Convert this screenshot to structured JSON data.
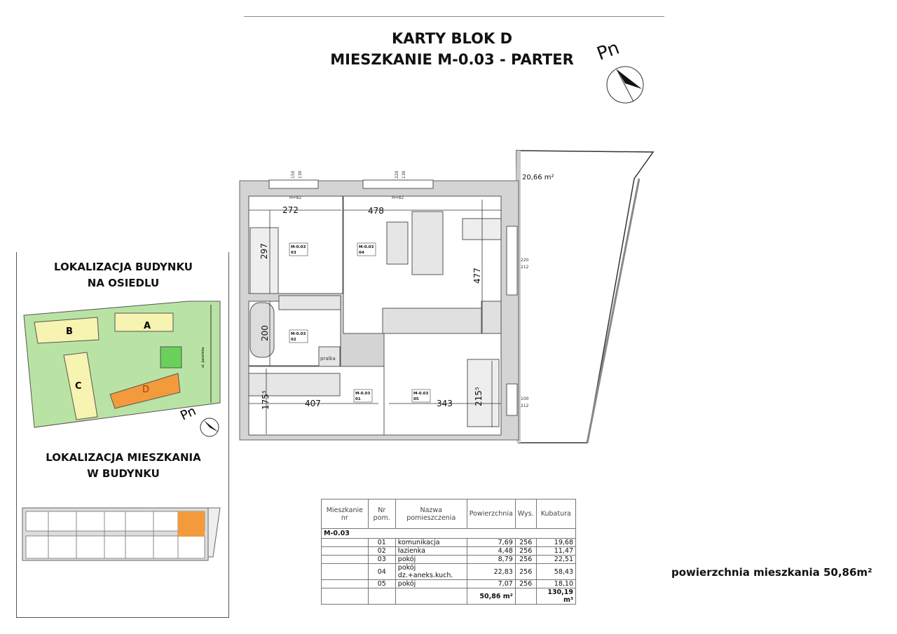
{
  "header": {
    "line1": "KARTY BLOK D",
    "line2": "MIESZKANIE M-0.03 - PARTER",
    "north_label": "Pn"
  },
  "sidebar": {
    "building_location_title_1": "LOKALIZACJA BUDYNKU",
    "building_location_title_2": "NA OSIEDLU",
    "apartment_location_title_1": "LOKALIZACJA MIESZKANIA",
    "apartment_location_title_2": "W BUDYNKU",
    "site_plan": {
      "buildings": [
        "A",
        "B",
        "C",
        "D"
      ],
      "street": "ul. Jasielska",
      "north_label": "Pn",
      "highlight_color": "#f39a3c"
    }
  },
  "plan": {
    "terrace_area": "20,66 m²",
    "dimensions": {
      "d272": "272",
      "d478": "478",
      "d297": "297",
      "d477": "477",
      "d200": "200",
      "d407": "407",
      "d343": "343",
      "d175": "175⁵",
      "d215": "215⁵"
    },
    "window_labels": {
      "w1a": "150",
      "w1b": "130",
      "w2a": "220",
      "w2b": "130",
      "h82a": "H=82",
      "h82b": "H=82",
      "w3a": "220",
      "w3b": "212",
      "w4a": "100",
      "w4b": "212"
    },
    "room_tags": [
      {
        "apt": "M-0.03",
        "nr": "03"
      },
      {
        "apt": "M-0.03",
        "nr": "04"
      },
      {
        "apt": "M-0.03",
        "nr": "02"
      },
      {
        "apt": "M-0.03",
        "nr": "01"
      },
      {
        "apt": "M-0.03",
        "nr": "05"
      }
    ],
    "washer_label": "pralka"
  },
  "table": {
    "headers": [
      "Mieszkanie nr",
      "Nr pom.",
      "Nazwa pomieszczenia",
      "Powierzchnia",
      "Wys.",
      "Kubatura"
    ],
    "apartment": "M-0.03",
    "rows": [
      {
        "nr": "01",
        "name": "komunikacja",
        "area": "7,69",
        "height": "256",
        "volume": "19,68"
      },
      {
        "nr": "02",
        "name": "łazienka",
        "area": "4,48",
        "height": "256",
        "volume": "11,47"
      },
      {
        "nr": "03",
        "name": "pokój",
        "area": "8,79",
        "height": "256",
        "volume": "22,51"
      },
      {
        "nr": "04",
        "name": "pokój dz.+aneks.kuch.",
        "area": "22,83",
        "height": "256",
        "volume": "58,43"
      },
      {
        "nr": "05",
        "name": "pokój",
        "area": "7,07",
        "height": "256",
        "volume": "18,10"
      }
    ],
    "total_area": "50,86 m²",
    "total_volume": "130,19 m³"
  },
  "summary": "powierzchnia mieszkania 50,86m²"
}
